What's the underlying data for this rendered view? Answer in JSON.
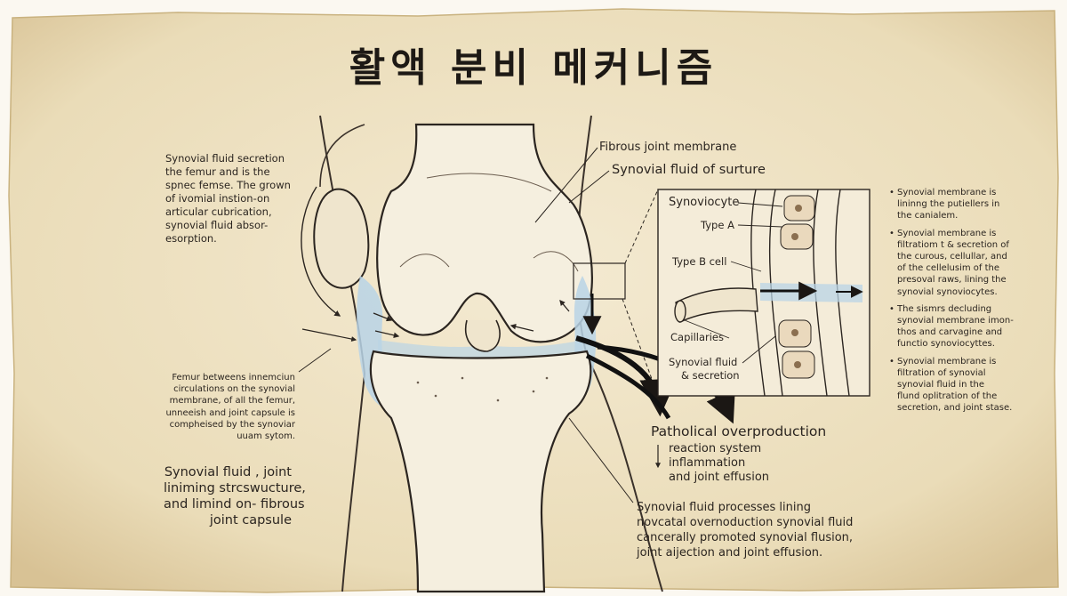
{
  "title": "활액 분비 메커니즘",
  "labels": {
    "fibrous_joint_membrane": "Fibrous joint membrane",
    "synovial_fluid_surface": "Synovial fluid of surture",
    "synoviocyte": "Synoviocyte",
    "type_a": "Type A",
    "type_b": "Type B cell",
    "capillaries": "Capillaries",
    "synovial_fluid_secretion": [
      "Synovial fluid",
      "& secretion"
    ]
  },
  "left_top_note": [
    "Synovial fluid secretion",
    "the femur and is the",
    "spnec femse. The grown",
    "of ivomial instion-on",
    "articular cubrication,",
    "synovial fluid absor-",
    "esorption."
  ],
  "left_mid_note": [
    "Femur betweens innemciun",
    "circulations on the synovial",
    "membrane, of all the femur,",
    "unneeish and joint capsule is",
    "compheised by the synoviar",
    "uuam sytom."
  ],
  "left_bottom_note": [
    "Synovial fluid , joint",
    "liniming strcswucture,",
    "and limind on- fibrous",
    "joint capsule"
  ],
  "pathology": {
    "heading": "Patholical overproduction",
    "items": [
      "reaction system",
      "inflammation",
      "and joint effusion"
    ]
  },
  "bottom_note": [
    "Synovial fluid processes lining",
    "novcatal overnoduction synovial fluid",
    "cancerally promoted synovial flusion,",
    "joint aijection and joint effusion."
  ],
  "right_bullets": [
    [
      "Synovial membrane is",
      "lininng the putiellers in",
      "the canialem."
    ],
    [
      "Synovial membrane is",
      "filtratiom t & secretion of",
      "the curous, cellullar, and",
      "of the cellelusim of the",
      "presoval raws, lining the",
      "synovial synoviocytes."
    ],
    [
      "The sismrs decluding",
      "synovial membrane imon-",
      "thos and carvagine and",
      "functio synoviocyttes."
    ],
    [
      "Synovial membrane is",
      "filtration of synovial",
      "synovial fluid in the",
      "flund oplitration of the",
      "secretion, and joint stase."
    ]
  ],
  "colors": {
    "paper": "#efe3c6",
    "ink": "#2b2520",
    "synovial_blue": "#b9d4e6",
    "bone": "#f7f1e2"
  }
}
